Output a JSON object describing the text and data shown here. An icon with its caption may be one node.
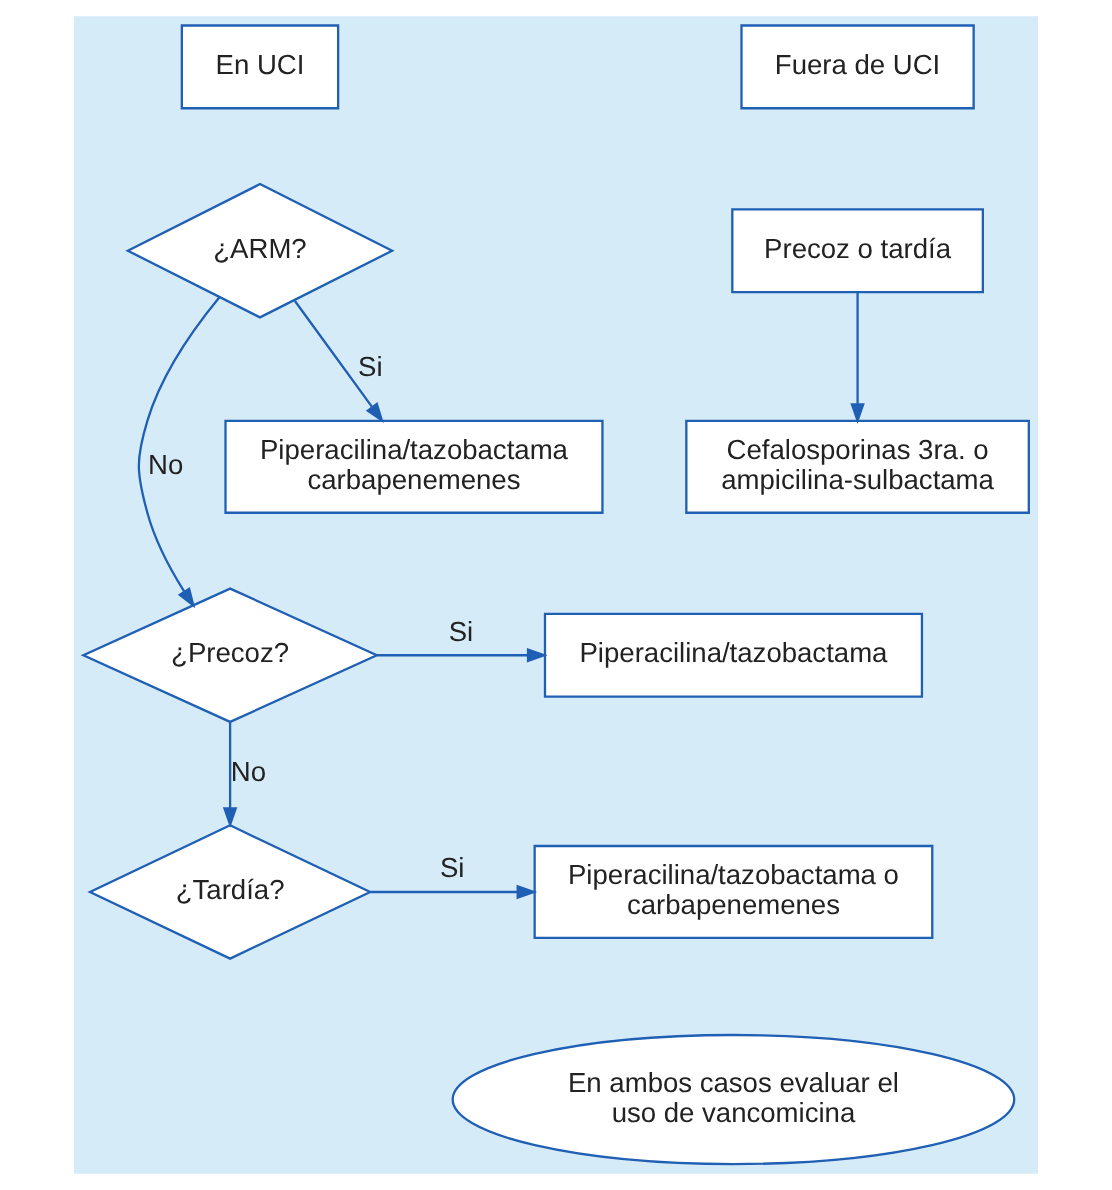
{
  "diagram": {
    "nodes": [
      {
        "text": [
          "Fuera de UCI"
        ]
      },
      {
        "text": [
          "En UCI"
        ]
      },
      {
        "text": [
          "Precoz o tardía"
        ]
      },
      {
        "text": [
          "¿ARM?"
        ]
      },
      {
        "text": [
          "Cefalosporinas 3ra. o ampicilina-sulbactama"
        ]
      },
      {
        "text": [
          "Piperacilina/tazobactama carbapenemenes"
        ]
      },
      {
        "text": [
          "¿Precoz?"
        ]
      },
      {
        "text": [
          "Piperacilina/tazobactama"
        ]
      },
      {
        "text": [
          "¿Tardía?"
        ]
      },
      {
        "text": [
          "Piperacilina/tazobactama o carbapenemenes"
        ]
      },
      {
        "text": [
          "En ambos casos evaluar el uso de vancomicina"
        ]
      }
    ],
    "edges": [
      {
        "from": 2,
        "to": 4,
        "arrow": "to"
      },
      {
        "from": 3,
        "to": 5,
        "arrow": "to",
        "label": "Si"
      },
      {
        "from": 3,
        "to": 6,
        "arrow": "to",
        "label": "No"
      },
      {
        "from": 6,
        "to": 7,
        "arrow": "to",
        "label": "Si"
      },
      {
        "from": 6,
        "to": 8,
        "arrow": "to",
        "label": "No"
      },
      {
        "from": 8,
        "to": 9,
        "arrow": "to",
        "label": "Si"
      }
    ]
  }
}
